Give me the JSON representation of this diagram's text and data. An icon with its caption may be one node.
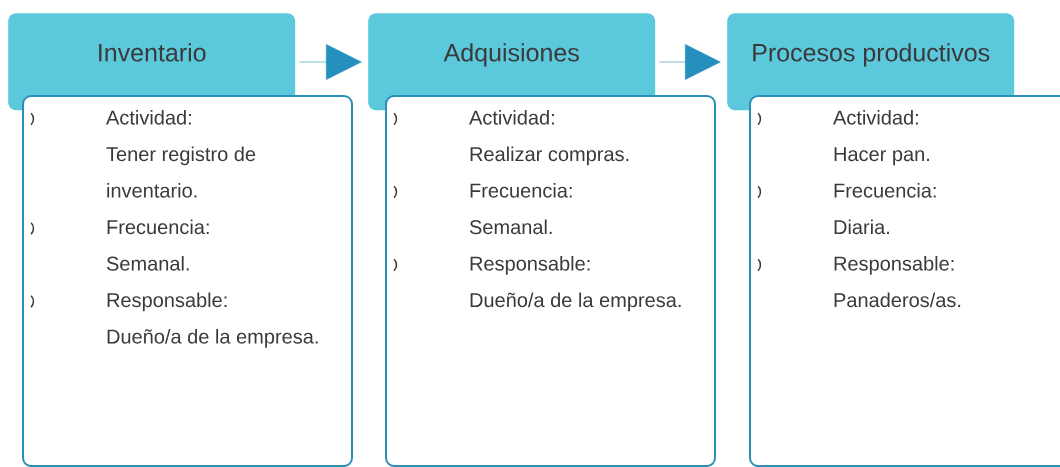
{
  "diagram": {
    "nodes": [
      {
        "text": [
          "Inventario"
        ]
      },
      {
        "text": [
          "Actividad:",
          "Tener registro de inventario.",
          "Frecuencia:",
          "Semanal.",
          "Responsable:",
          "Dueño/a de la empresa."
        ]
      },
      {
        "text": [
          "Adquisiones"
        ]
      },
      {
        "text": [
          "Actividad:",
          "Realizar compras.",
          "Frecuencia:",
          "Semanal.",
          "Responsable:",
          "Dueño/a de la empresa."
        ]
      },
      {
        "text": [
          "Procesos productivos"
        ]
      },
      {
        "text": [
          "Actividad:",
          "Hacer pan.",
          "Frecuencia:",
          "Diaria.",
          "Responsable:",
          "Panaderos/as."
        ]
      }
    ],
    "edges": [
      {
        "from": 0,
        "to": 2,
        "arrow": "to"
      },
      {
        "from": 2,
        "to": 4,
        "arrow": "to"
      }
    ]
  }
}
